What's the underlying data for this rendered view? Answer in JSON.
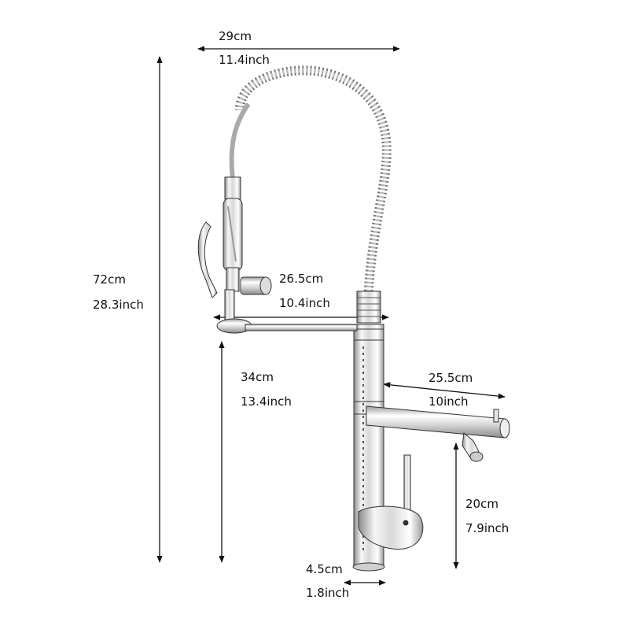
{
  "dimensions": {
    "width_top": {
      "cm": "29cm",
      "inch": "11.4inch"
    },
    "height_total": {
      "cm": "72cm",
      "inch": "28.3inch"
    },
    "reach_arm": {
      "cm": "26.5cm",
      "inch": "10.4inch"
    },
    "height_body": {
      "cm": "34cm",
      "inch": "13.4inch"
    },
    "spout_length": {
      "cm": "25.5cm",
      "inch": "10inch"
    },
    "spout_height": {
      "cm": "20cm",
      "inch": "7.9inch"
    },
    "base_diameter": {
      "cm": "4.5cm",
      "inch": "1.8inch"
    }
  },
  "colors": {
    "line": "#111111",
    "chrome_light": "#f4f4f4",
    "chrome_mid": "#c9c9c9",
    "chrome_dark": "#7a7a7a",
    "accent_dark": "#3a3a3a"
  }
}
